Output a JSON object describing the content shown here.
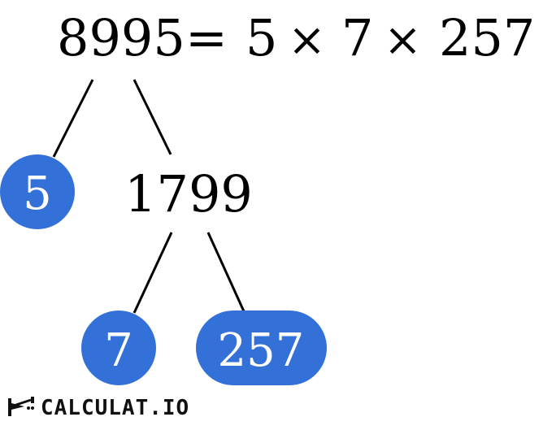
{
  "equation": {
    "number": "8995",
    "equals": "=",
    "factors": [
      "5",
      "7",
      "257"
    ],
    "times": "×"
  },
  "tree": {
    "root": "8995",
    "level1": {
      "prime": "5",
      "composite": "1799"
    },
    "level2": {
      "left_prime": "7",
      "right_prime": "257"
    }
  },
  "colors": {
    "prime_fill": "#3370d8",
    "prime_text": "#ffffff",
    "line": "#000000"
  },
  "brand": {
    "name": "CALCULAT.IO",
    "logo_icon": "calculator-logo-icon"
  }
}
